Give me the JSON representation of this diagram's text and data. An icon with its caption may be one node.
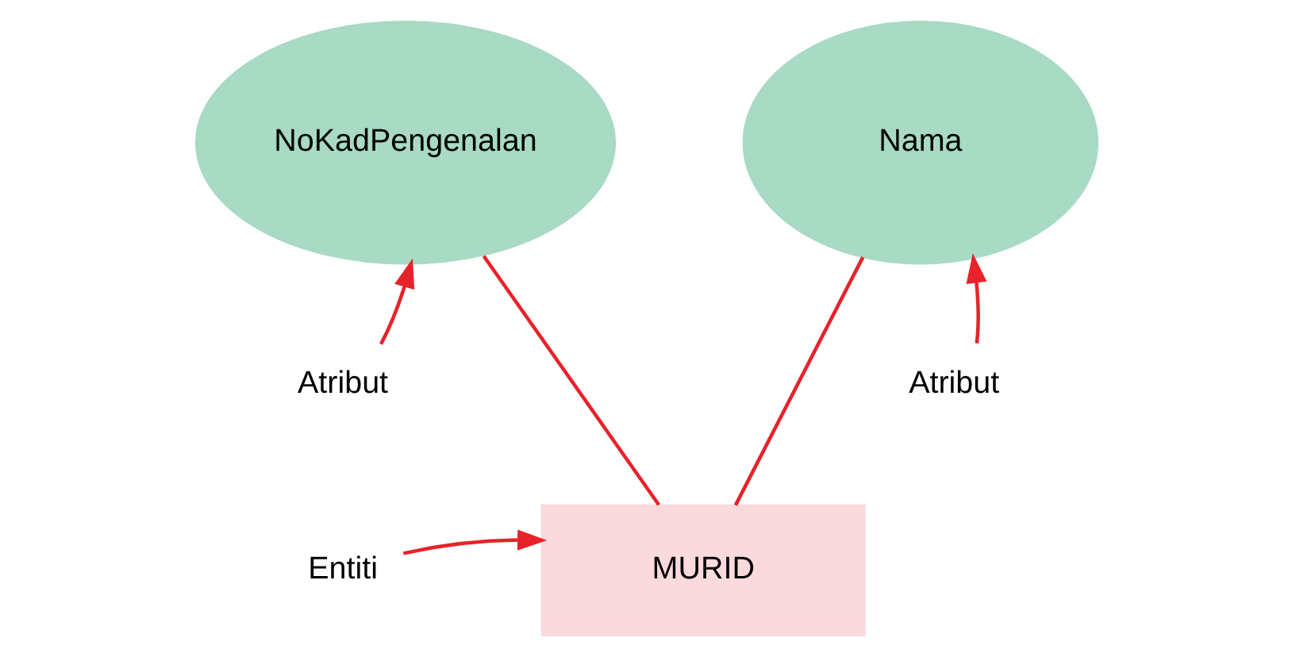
{
  "diagram": {
    "nodes": [
      {
        "text": [
          "NoKadPengenalan"
        ]
      },
      {
        "text": [
          "Nama"
        ]
      },
      {
        "text": [
          "MURID"
        ]
      },
      {
        "text": [
          "Atribut"
        ]
      },
      {
        "text": [
          "Atribut"
        ]
      },
      {
        "text": [
          "Entiti"
        ]
      }
    ],
    "edges": [
      {
        "from": 0,
        "to": 2,
        "arrow": "none"
      },
      {
        "from": 1,
        "to": 2,
        "arrow": "none"
      },
      {
        "from": 3,
        "to": 0,
        "arrow": "to"
      },
      {
        "from": 4,
        "to": 1,
        "arrow": "to"
      },
      {
        "from": 5,
        "to": 2,
        "arrow": "to"
      }
    ]
  }
}
